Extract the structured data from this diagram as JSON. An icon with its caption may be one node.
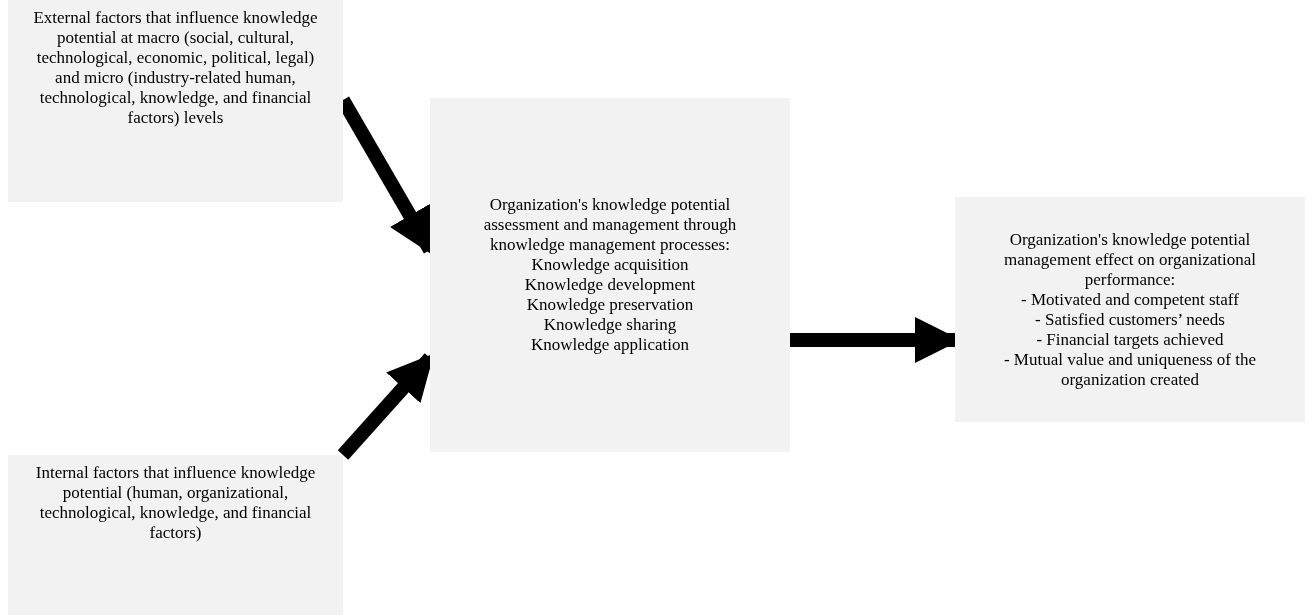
{
  "diagram": {
    "nodes": [
      {
        "text": [
          "External factors that influence knowledge potential at macro (social, cultural, technological, economic, political, legal) and micro (industry-related human, technological, knowledge, and financial factors) levels"
        ]
      },
      {
        "text": [
          "Internal factors that influence knowledge potential (human, organizational, technological, knowledge, and financial factors)"
        ]
      },
      {
        "text": [
          "Organization's knowledge potential assessment and management through knowledge management processes:",
          "Knowledge acquisition",
          "Knowledge development",
          "Knowledge preservation",
          "Knowledge sharing",
          "Knowledge application"
        ]
      },
      {
        "text": [
          "Organization's knowledge potential management effect on organizational performance:",
          "- Motivated and competent staff",
          "- Satisfied customers’ needs",
          "- Financial targets achieved",
          "- Mutual value and uniqueness of the organization created"
        ]
      }
    ],
    "edges": [
      {
        "from": 0,
        "to": 2,
        "arrow": "to"
      },
      {
        "from": 1,
        "to": 2,
        "arrow": "to"
      },
      {
        "from": 2,
        "to": 3,
        "arrow": "to"
      }
    ]
  }
}
